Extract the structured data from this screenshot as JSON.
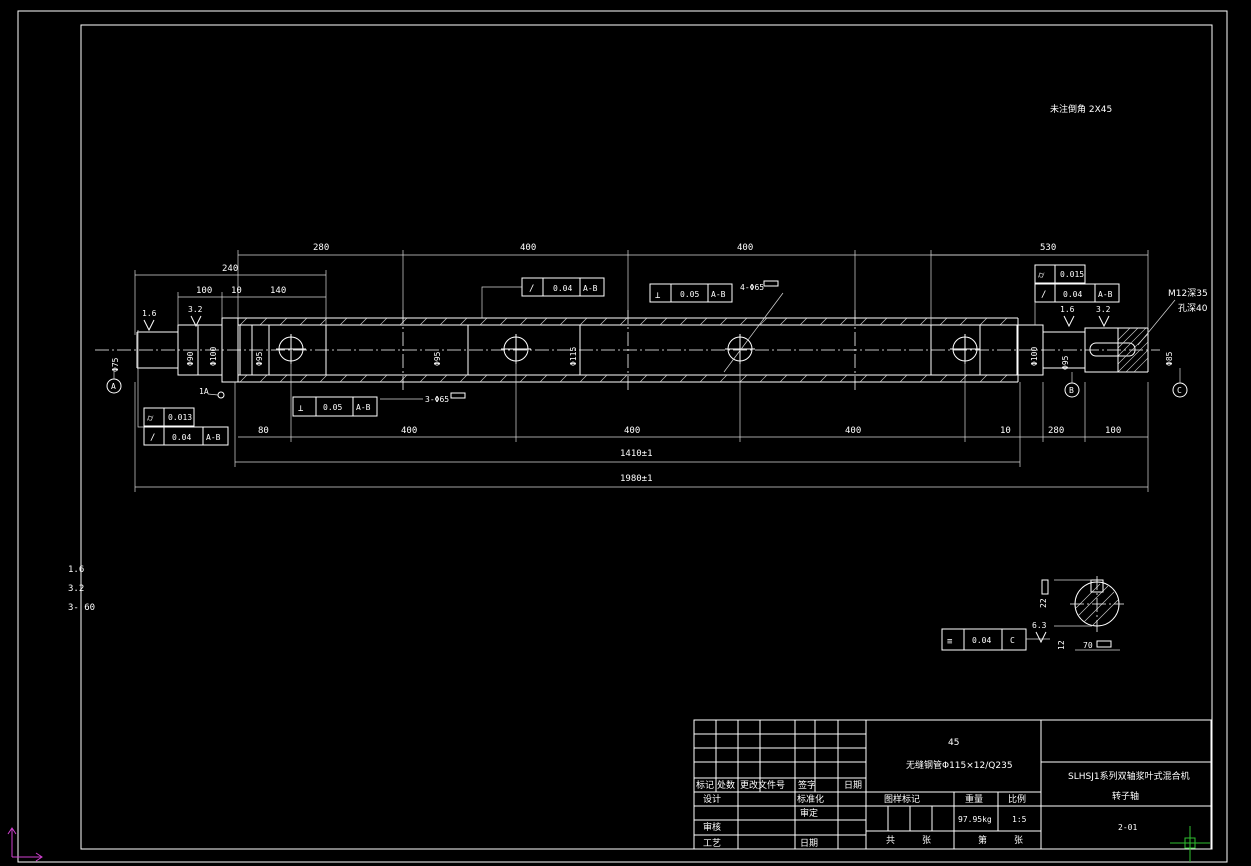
{
  "drawing": {
    "note_chamfer": "未注倒角 2X45",
    "roughness_notes": [
      "1.6",
      "3.2",
      "3-   60"
    ]
  },
  "dimensions": {
    "top": [
      "240",
      "100",
      "10",
      "140",
      "280",
      "400",
      "400",
      "530"
    ],
    "left_diameters": [
      "Φ75",
      "Φ90",
      "Φ100",
      "Φ95"
    ],
    "mid_diameters": [
      "Φ95",
      "Φ115"
    ],
    "right_diameters": [
      "Φ100",
      "Φ95",
      "Φ85"
    ],
    "bottom": [
      "80",
      "400",
      "400",
      "400",
      "10",
      "280",
      "100"
    ],
    "overall_inner": "1410±1",
    "overall_total": "1980±1",
    "roughness_small": [
      "1.6",
      "3.2"
    ],
    "roughness_right": [
      "1.6",
      "3.2"
    ],
    "hole_note_top": "4-Φ65",
    "hole_note_bottom": "3-Φ65",
    "thread_note": [
      "M12深35",
      "孔深40"
    ],
    "section_dims": [
      "22",
      "6.3",
      "12",
      "70"
    ],
    "chamfer_mark": "1A"
  },
  "tolerance_frames": {
    "runout_top": [
      "/",
      "0.04",
      "A-B"
    ],
    "perp_top": [
      "⊥",
      "0.05",
      "A-B"
    ],
    "perp_bottom": [
      "⊥",
      "0.05",
      "A-B"
    ],
    "left_cyl": [
      "⌭",
      "0.013"
    ],
    "left_runout": [
      "/",
      "0.04",
      "A-B"
    ],
    "right_cyl": [
      "⌭",
      "0.015"
    ],
    "right_runout": [
      "/",
      "0.04",
      "A-B"
    ],
    "symmetry": [
      "≡",
      "0.04",
      "C"
    ]
  },
  "datums": [
    "A",
    "B",
    "C"
  ],
  "title_block": {
    "material": "45",
    "material_sub": "无缝钢管Φ115×12/Q235",
    "product": "SLHSJ1系列双轴浆叶式混合机",
    "part_name": "转子轴",
    "drawing_no": "2-01",
    "mass": "97.95kg",
    "scale": "1:5",
    "labels": {
      "mark": "标记",
      "count": "处数",
      "change_doc": "更改文件号",
      "sign": "签字",
      "date": "日期",
      "design": "设计",
      "standard": "标准化",
      "review": "审核",
      "approve": "审定",
      "process": "工艺",
      "date2": "日期",
      "stage": "图样标记",
      "weight": "重量",
      "ratio": "比例",
      "sheets": "共",
      "sheet_word": "张",
      "page": "第",
      "page_word": "张"
    }
  }
}
